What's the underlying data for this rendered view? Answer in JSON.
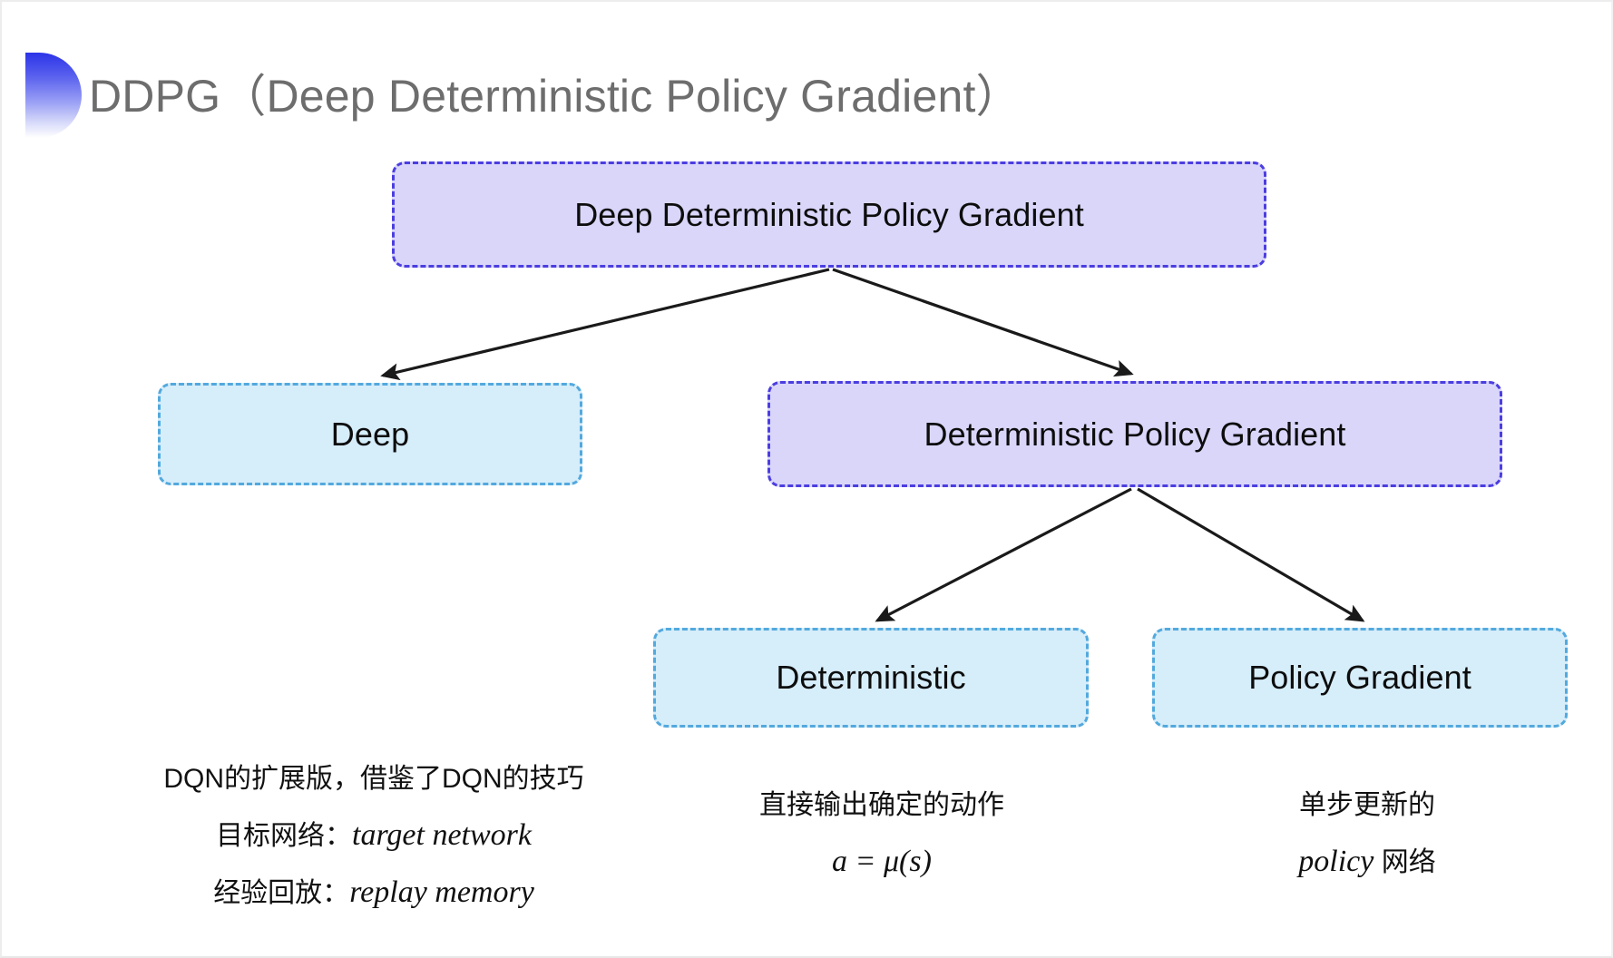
{
  "slide": {
    "title": "DDPG（Deep Deterministic Policy Gradient）",
    "background_color": "#ffffff",
    "title_color": "#6d6d6d",
    "bullet_gradient_from": "#2b33e8",
    "bullet_gradient_to": "#ffffff"
  },
  "diagram": {
    "type": "tree",
    "node_fill_purple": "#d9d6fa",
    "node_border_purple": "#4b3ee0",
    "node_fill_blue": "#d6edfa",
    "node_border_blue": "#53a9dd",
    "arrow_color": "#1a1a1a",
    "nodes": {
      "root": "Deep Deterministic Policy Gradient",
      "deep": "Deep",
      "dpg": "Deterministic Policy Gradient",
      "deterministic": "Deterministic",
      "policy_gradient": "Policy Gradient"
    },
    "edges": [
      {
        "from": "root",
        "to": "deep"
      },
      {
        "from": "root",
        "to": "dpg"
      },
      {
        "from": "dpg",
        "to": "deterministic"
      },
      {
        "from": "dpg",
        "to": "policy_gradient"
      }
    ]
  },
  "captions": {
    "deep": {
      "line1": "DQN的扩展版，借鉴了DQN的技巧",
      "line2_label": "目标网络：",
      "line2_term": "target network",
      "line3_label": "经验回放：",
      "line3_term": "replay memory"
    },
    "deterministic": {
      "line1": "直接输出确定的动作",
      "formula": "a = μ(s)"
    },
    "policy_gradient": {
      "line1": "单步更新的",
      "line2_term": "policy",
      "line2_suffix": " 网络"
    }
  }
}
